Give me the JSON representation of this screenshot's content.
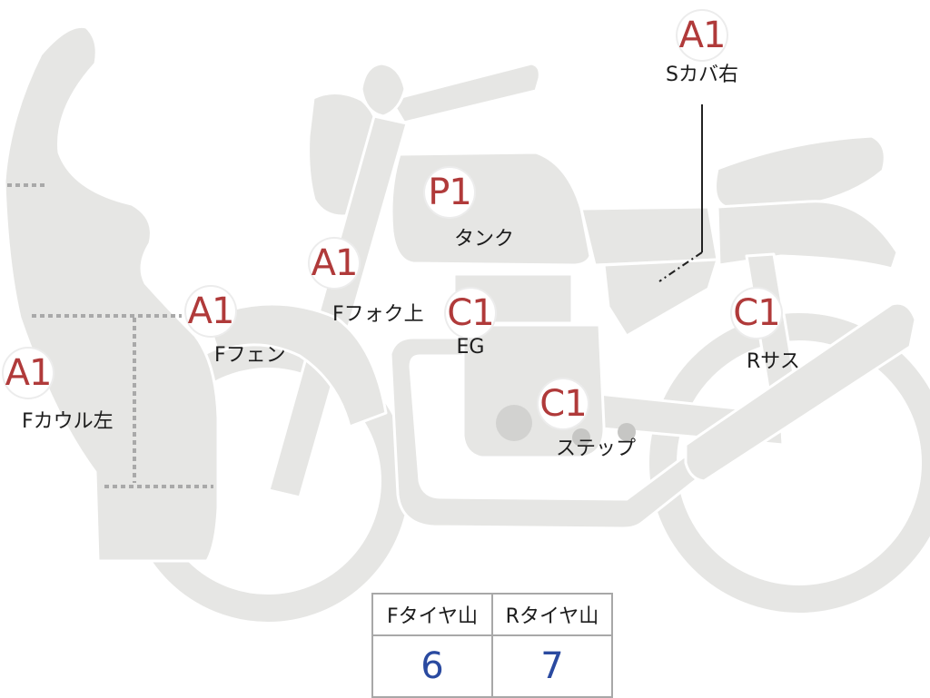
{
  "markers": [
    {
      "id": "s-cover-right",
      "grade": "A1",
      "label": "Sカバ右"
    },
    {
      "id": "tank",
      "grade": "P1",
      "label": "タンク"
    },
    {
      "id": "front-fork-upper",
      "grade": "A1",
      "label": "Fフォク上"
    },
    {
      "id": "engine",
      "grade": "C1",
      "label": "EG"
    },
    {
      "id": "rear-suspension",
      "grade": "C1",
      "label": "Rサス"
    },
    {
      "id": "front-fender",
      "grade": "A1",
      "label": "Fフェン"
    },
    {
      "id": "front-cowl-left",
      "grade": "A1",
      "label": "Fカウル左"
    },
    {
      "id": "step",
      "grade": "C1",
      "label": "ステップ"
    }
  ],
  "tire_table": {
    "headers": [
      "Fタイヤ山",
      "Rタイヤ山"
    ],
    "values": [
      "6",
      "7"
    ]
  },
  "colors": {
    "body": "#e6e6e4",
    "grade_text": "#b03a3a",
    "tire_value": "#2a4aa0",
    "dotted_line": "#a9a9a9"
  }
}
